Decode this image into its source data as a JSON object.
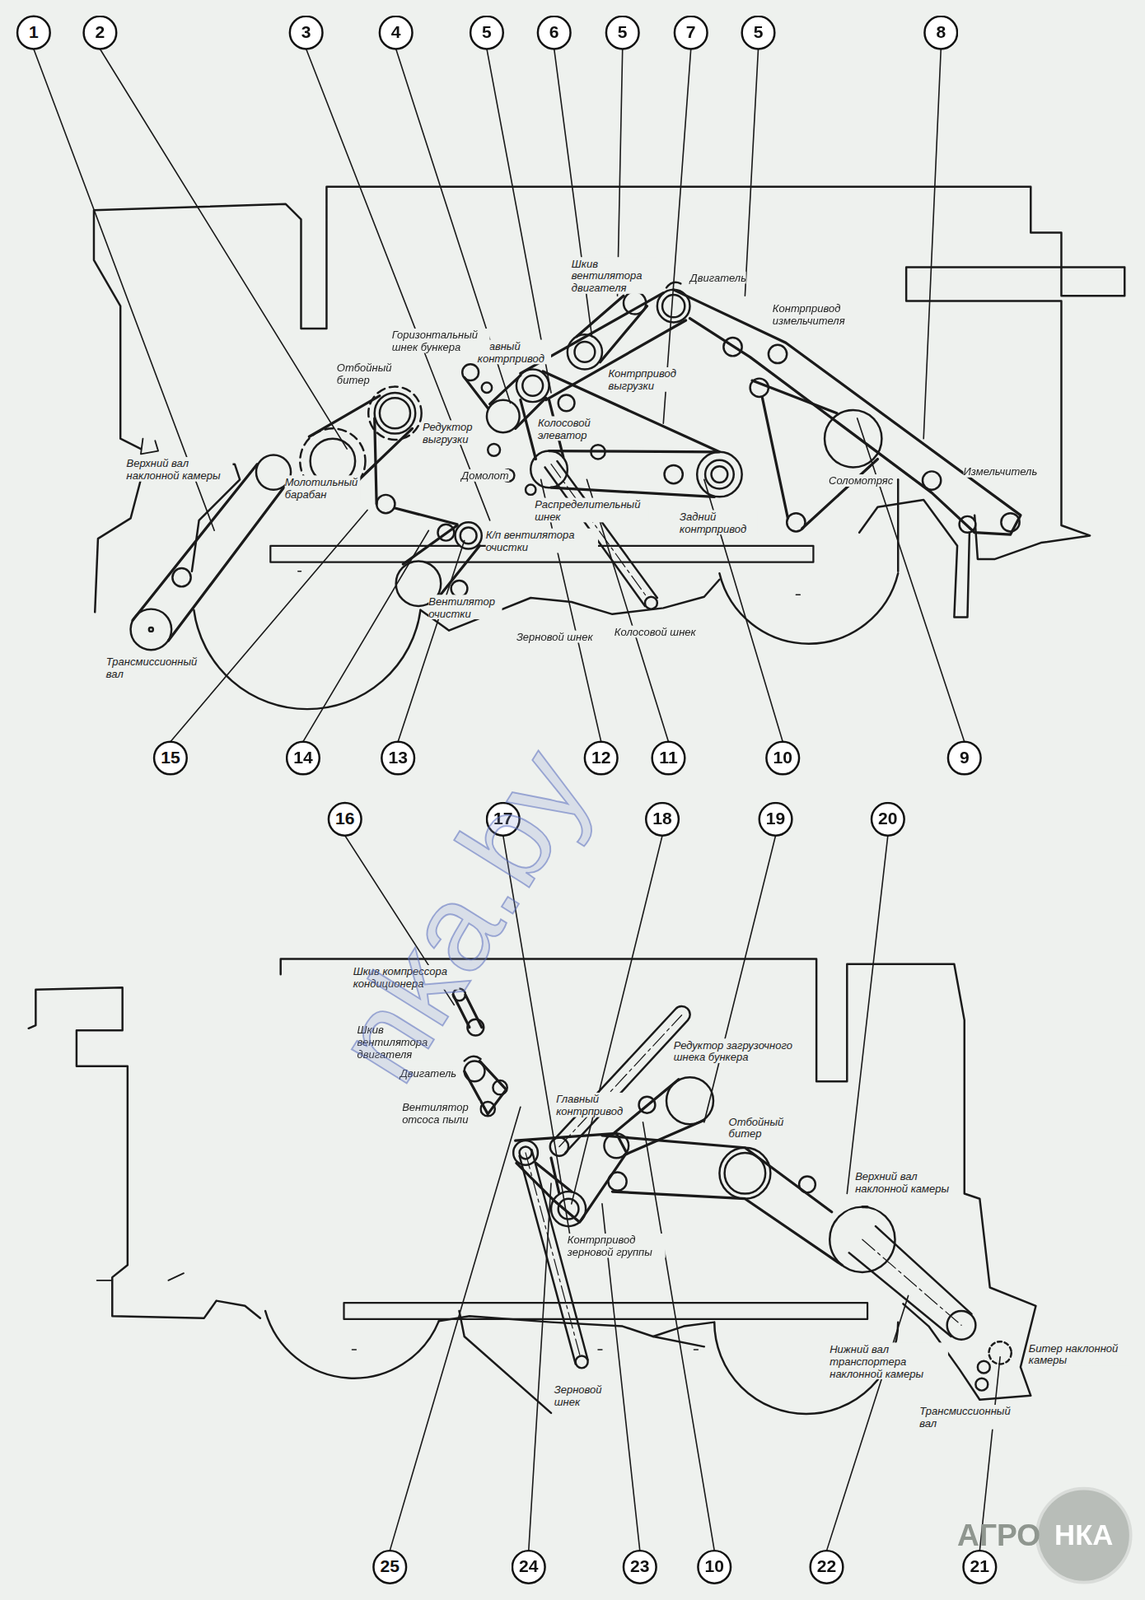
{
  "diagram": {
    "labels": [
      "1",
      "2",
      "3",
      "4",
      "5",
      "6",
      "5",
      "7",
      "5",
      "8",
      "15",
      "14",
      "13",
      "12",
      "11",
      "10",
      "9",
      "16",
      "17",
      "18",
      "19",
      "20",
      "25",
      "24",
      "23",
      "10",
      "22",
      "21",
      "Шкив вентилятора двигателя",
      "Двигатель",
      "Контрпривод измельчителя",
      "Главный контрпривод",
      "Горизонтальный шнек бункера",
      "Отбойный битер",
      "Контрпривод выгрузки",
      "Редуктор выгрузки",
      "Колосовой элеватор",
      "Верхний вал наклонной камеры",
      "Домолот",
      "Соломотряс",
      "Измельчитель",
      "Распределительный шнек",
      "Задний контрпривод",
      "Молотильный барабан",
      "К/п вентилятора очистки",
      "Вентилятор очистки",
      "Зерновой шнек",
      "Колосовой шнек",
      "Трансмиссионный вал",
      "Шкив компрессора кондиционера",
      "Шкив вентилятора двигателя",
      "Двигатель",
      "Вентилятор отсоса пыли",
      "Редуктор загрузочного шнека бункера",
      "Главный контрпривод",
      "Отбойный битер",
      "Верхний вал наклонной камеры",
      "Контрпривод зерновой группы",
      "Зерновой шнек",
      "Нижний вал транспортера наклонной камеры",
      "Битер наклонной камеры",
      "Трансмиссионный вал",
      "nka.by",
      "АГРО",
      "НКА"
    ]
  }
}
